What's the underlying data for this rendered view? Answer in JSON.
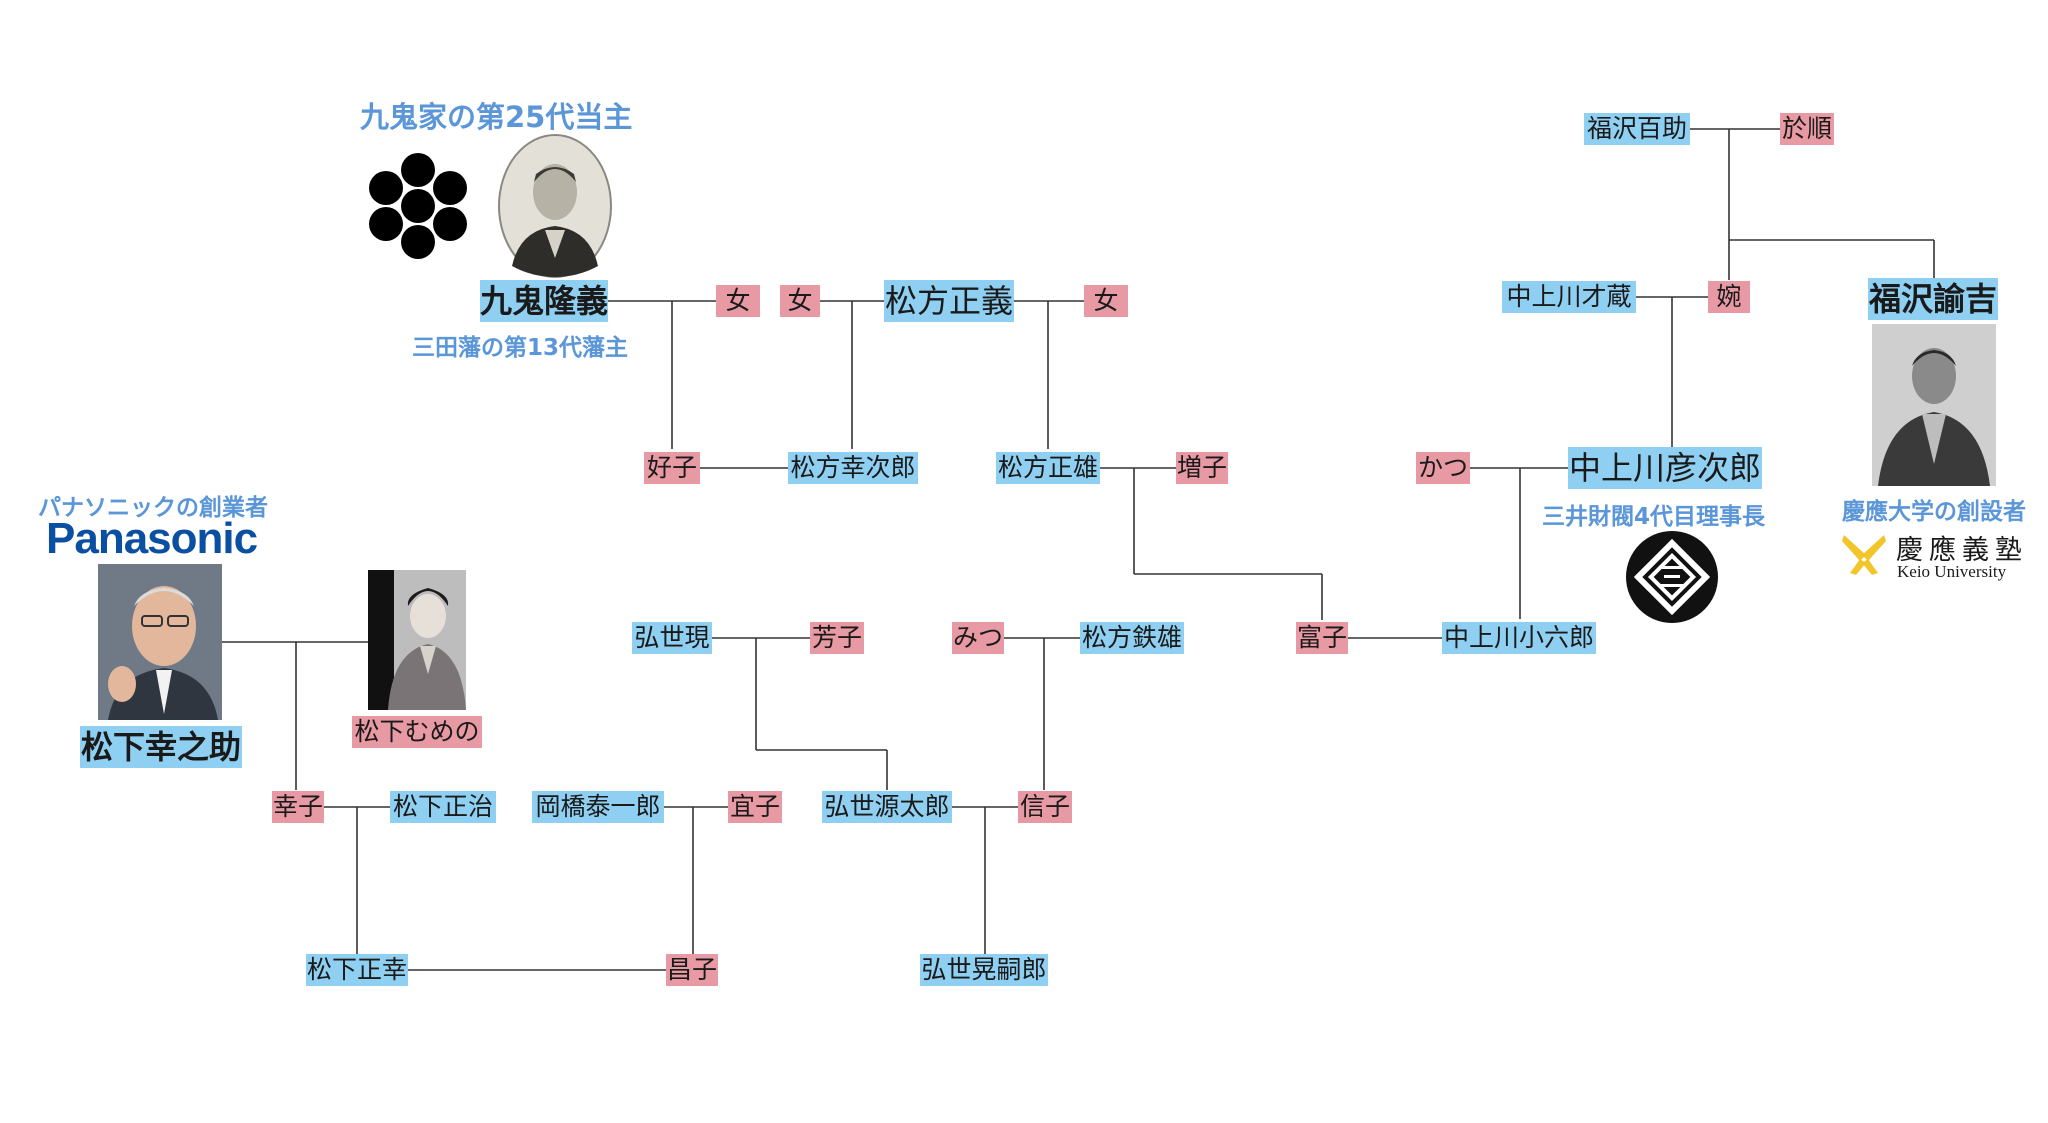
{
  "people": {
    "kuki_takayoshi": "九鬼隆義",
    "onna1": "女",
    "onna2": "女",
    "onna3": "女",
    "matsukata_masayoshi": "松方正義",
    "fukuzawa_hyakusuke": "福沢百助",
    "ojun": "於順",
    "nakamigawa_saizo": "中上川才蔵",
    "en": "婉",
    "fukuzawa_yukichi": "福沢諭吉",
    "yoshiko": "好子",
    "matsukata_kojiro": "松方幸次郎",
    "matsukata_masao": "松方正雄",
    "masuko": "増子",
    "katsu": "かつ",
    "nakamigawa_hikojiro": "中上川彦次郎",
    "matsushita_mumeno": "松下むめの",
    "matsushita_konosuke": "松下幸之助",
    "hirose_gen": "弘世現",
    "yoshiko2": "芳子",
    "mitsu": "みつ",
    "matsukata_tetsuo": "松方鉄雄",
    "tomiko": "富子",
    "nakamigawa_korokuro": "中上川小六郎",
    "sachiko": "幸子",
    "matsushita_masaharu": "松下正治",
    "okahashi_taiichiro": "岡橋泰一郎",
    "noriko": "宜子",
    "hirose_gentaro": "弘世源太郎",
    "nobuko": "信子",
    "matsushita_masayuki": "松下正幸",
    "masako": "昌子",
    "hirose_kojiro": "弘世晃嗣郎"
  },
  "captions": {
    "kuki_head": "九鬼家の第25代当主",
    "kuki_lord": "三田藩の第13代藩主",
    "panasonic_founder": "パナソニックの創業者",
    "mitsui_director": "三井財閥4代目理事長",
    "keio_founder": "慶應大学の創設者"
  },
  "logos": {
    "panasonic": "Panasonic",
    "keio_jp": "慶應義塾",
    "keio_en": "Keio University"
  },
  "colors": {
    "male": "#8fd0f2",
    "female": "#e89aa4",
    "caption": "#5a96d8",
    "line": "#333333"
  }
}
